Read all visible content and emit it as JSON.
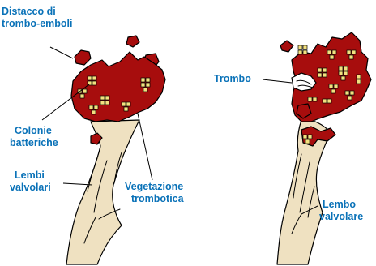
{
  "colors": {
    "label_text": "#0a72b8",
    "vegetation": "#a70d0d",
    "leaflet": "#efe1c1",
    "bacterial_colonies": "#f3e07f",
    "outline": "#000000"
  },
  "labels": {
    "distacco_line1": "Distacco di",
    "distacco_line2": "trombo-emboli",
    "colonie_line1": "Colonie",
    "colonie_line2": "batteriche",
    "lembi_line1": "Lembi",
    "lembi_line2": "valvolari",
    "vegetazione_line1": "Vegetazione",
    "vegetazione_line2": "trombotica",
    "trombo": "Trombo",
    "lembo_line1": "Lembo",
    "lembo_line2": "valvolare"
  }
}
